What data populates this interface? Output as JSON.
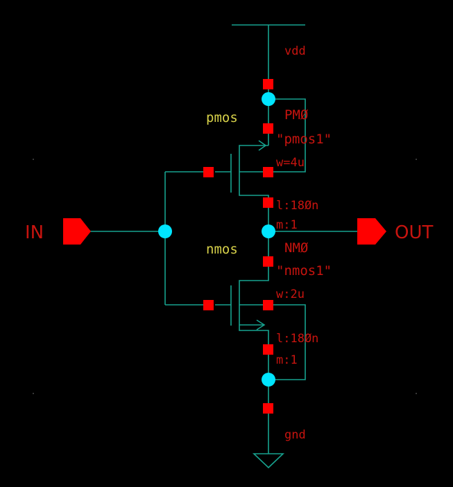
{
  "colors": {
    "background": "#000000",
    "wire": "#17a38f",
    "terminal": "#ff0000",
    "junction": "#00e5ff",
    "label_red": "#c8140f",
    "label_yellow": "#d8d24a",
    "pin": "#ff0000",
    "grid_dot": "#4a4a4a"
  },
  "nets": {
    "vdd": "vdd",
    "gnd": "gnd"
  },
  "pins": {
    "input": "IN",
    "output": "OUT"
  },
  "pmos": {
    "cell": "pmos",
    "instance": "PMØ",
    "model": "\"pmos1\"",
    "w": "w=4u",
    "l": "l:18Øn",
    "m": "m:1"
  },
  "nmos": {
    "cell": "nmos",
    "instance": "NMØ",
    "model": "\"nmos1\"",
    "w": "w:2u",
    "l": "l:18Øn",
    "m": "m:1"
  }
}
